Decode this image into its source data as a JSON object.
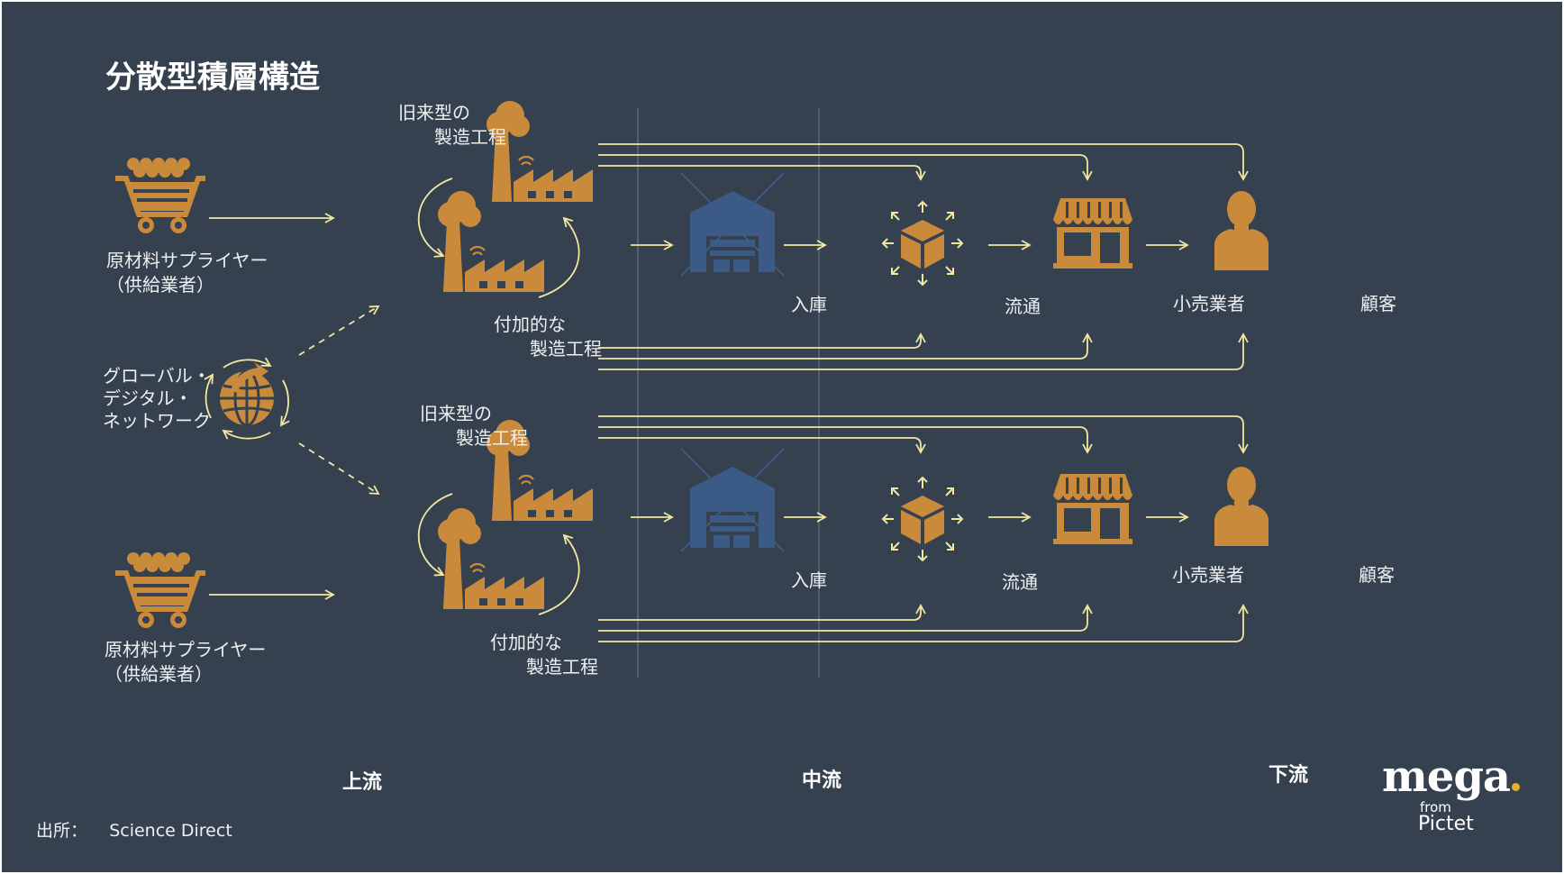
{
  "title": "分散型積層構造",
  "supplier_label": [
    "原材料サプライヤー",
    "（供給業者）"
  ],
  "network_label": [
    "グローバル・",
    "デジタル・",
    "ネットワーク"
  ],
  "traditional_label": [
    "旧来型の",
    "製造工程"
  ],
  "additive_label": [
    "付加的な",
    "製造工程"
  ],
  "nodes": {
    "warehouse": "入庫",
    "distribution": "流通",
    "retailer": "小売業者",
    "customer": "顧客"
  },
  "stages": {
    "upstream": "上流",
    "midstream": "中流",
    "downstream": "下流"
  },
  "source": {
    "label": "出所：",
    "value": "Science Direct"
  },
  "logo": {
    "name": "mega",
    "from": "from",
    "company": "Pictet"
  },
  "colors": {
    "background": "#36414f",
    "icon": "#c98a3c",
    "line": "#f2e6a0",
    "warehouse": "#3b5a86"
  }
}
